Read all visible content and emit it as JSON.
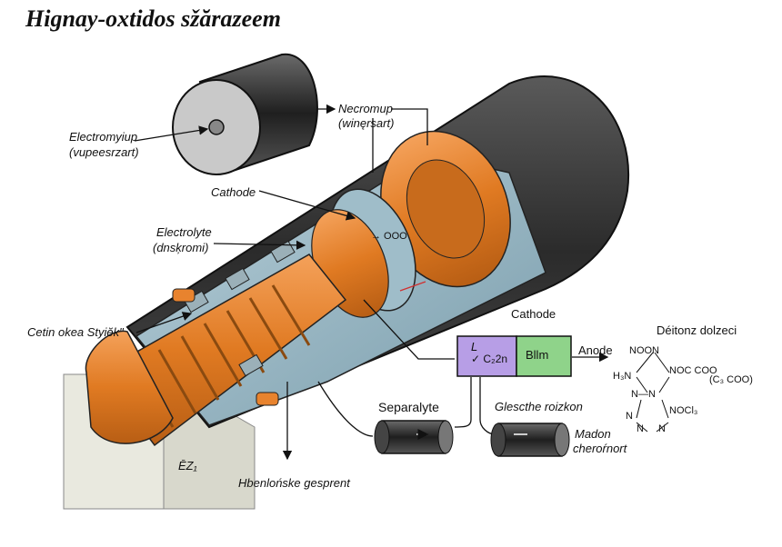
{
  "title": "Hignay-oxtidos sžărazeem",
  "labels": {
    "electromyiup": "Electromyiup",
    "vupeesrzart": "(vupeesrzart)",
    "necromup": "Necromup",
    "winersart": "(winęrsart)",
    "cathode_left": "Cathode",
    "electrolyte": "Electrolyte",
    "dnskromi": "(dnsķromi)",
    "cetin": "Cetin okea Styiĕk\"",
    "henlonske": "Hbenlońske gesprent",
    "ez": "ĒZ₁",
    "cathode_box": "Cathode",
    "anode": "Anode",
    "separalyte": "Separalyte",
    "glescthe": "Glescthe roizkon",
    "madon": "Madon",
    "cherornort": "cheroŕnort",
    "ring_mark": "→ OOO",
    "detionz": "Déitonz dolzeci"
  },
  "box": {
    "left_text": "L",
    "left_sub": "✓ C₂2n",
    "right_text": "Bllm"
  },
  "molecule": {
    "l1": "NOON",
    "l2": "H₃N",
    "l3": "NOC COO",
    "l4": "(C₃ COO)",
    "l5": "N—N",
    "l6": "N",
    "l7": "NOCl₃",
    "l8": "N",
    "l9": "N"
  },
  "colors": {
    "orange": "#e8832e",
    "dark_casing": "#3a3a3a",
    "blue_grey": "#8fb0bf",
    "purple": "#b79ee6",
    "green": "#8fd38a"
  }
}
